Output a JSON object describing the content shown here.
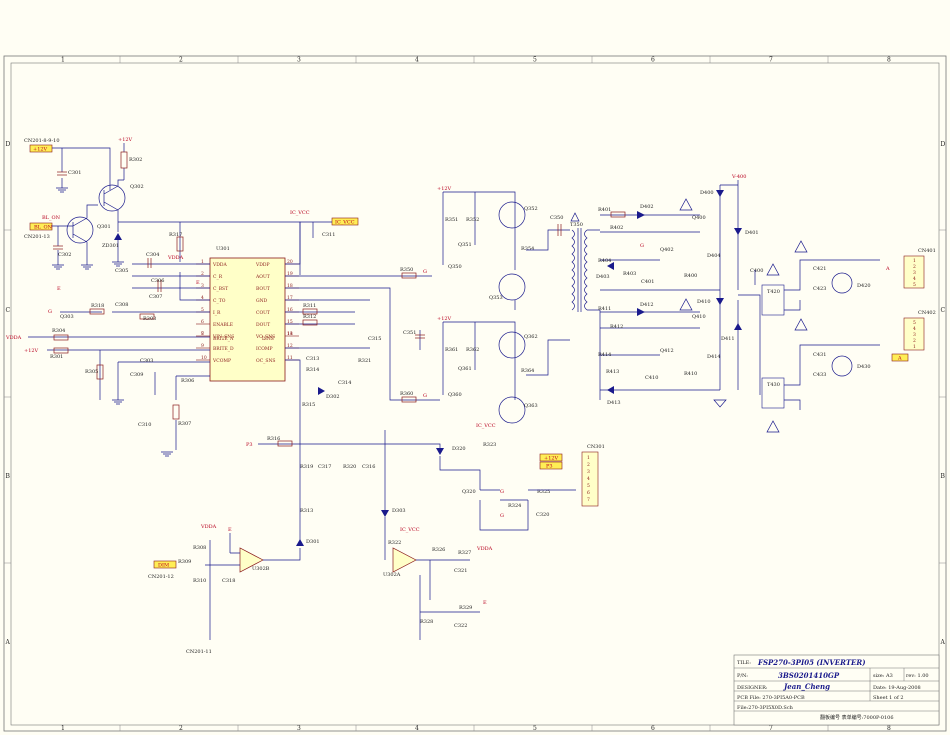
{
  "zones": {
    "columns": [
      "1",
      "2",
      "3",
      "4",
      "5",
      "6",
      "7",
      "8"
    ],
    "rows": [
      "D",
      "C",
      "B",
      "A"
    ]
  },
  "nets": {
    "p12v_left": "+12V",
    "p12v_q302": "+12V",
    "p12v_q351": "+12V",
    "p12v_q361": "+12V",
    "p12v_cn301": "+12V",
    "p12v_left_c": "+12V",
    "ic_vcc_top": "IC_VCC",
    "ic_vcc_top2": "IC_VCC",
    "ic_vcc_mid": "IC_VCC",
    "ic_vcc_u302": "IC_VCC",
    "vdda_1": "VDDA",
    "vdda_2": "VDDA",
    "vdda_3": "VDDA",
    "vdda_4": "VDDA",
    "v400": "V-400",
    "bl_on": "BL_ON",
    "dim": "DIM",
    "p3": "P3",
    "p3_cn301": "P3",
    "a_out1": "A",
    "a_out2": "A",
    "e_1": "E",
    "e_2": "E",
    "e_3": "E",
    "e_4": "E",
    "g1": "G",
    "g2": "G",
    "g3": "G",
    "g4": "G",
    "g5": "G",
    "g6": "G"
  },
  "connectors": {
    "cn201_8910": "CN201-8-9-10",
    "cn201_13": "CN201-13",
    "cn201_12": "CN201-12",
    "cn201_11": "CN201-11",
    "cn301": "CN301",
    "cn401": "CN401",
    "cn402": "CN402",
    "cn301_pins": [
      "1",
      "2",
      "3",
      "4",
      "5",
      "6",
      "7"
    ],
    "cn401_pins": [
      "1",
      "2",
      "3",
      "4",
      "5"
    ],
    "cn402_pins": [
      "5",
      "4",
      "3",
      "2",
      "1"
    ]
  },
  "ic": {
    "ref": "U301",
    "left_pins": [
      {
        "num": "1",
        "name": "VDDA"
      },
      {
        "num": "2",
        "name": "C_R"
      },
      {
        "num": "3",
        "name": "C_BST"
      },
      {
        "num": "4",
        "name": "C_TO"
      },
      {
        "num": "5",
        "name": "I_R"
      },
      {
        "num": "6",
        "name": "ENABLE"
      },
      {
        "num": "8",
        "name": "VIN_SNS"
      },
      {
        "num": "9",
        "name": "BRITE_D"
      },
      {
        "num": "10",
        "name": "VCOMP"
      }
    ],
    "right_pins": [
      {
        "num": "20",
        "name": "VDDP"
      },
      {
        "num": "19",
        "name": "AOUT"
      },
      {
        "num": "18",
        "name": "BOUT"
      },
      {
        "num": "17",
        "name": "GND"
      },
      {
        "num": "16",
        "name": "COUT"
      },
      {
        "num": "15",
        "name": "DOUT"
      },
      {
        "num": "13",
        "name": "VO_SNS"
      },
      {
        "num": "12",
        "name": "ICOMP"
      },
      {
        "num": "11",
        "name": "OC_SNS"
      }
    ],
    "extra_pins": [
      {
        "num": "7",
        "name": "BRITE_A"
      },
      {
        "num": "14",
        "name": "ISNS"
      }
    ]
  },
  "opamps": {
    "u302b": "U302B",
    "u302a": "U302A"
  },
  "refs": {
    "R302": "R302",
    "Q302": "Q302",
    "C301": "C301",
    "Q301": "Q301",
    "ZD301": "ZD301",
    "C302": "C302",
    "R317": "R317",
    "C304": "C304",
    "C305": "C305",
    "C306": "C306",
    "C307": "C307",
    "C308": "C308",
    "R303": "R303",
    "R318": "R318",
    "Q303": "Q303",
    "R304": "R304",
    "R301": "R301",
    "R305": "R305",
    "C309": "C309",
    "C303": "C303",
    "R306": "R306",
    "C310": "C310",
    "R307": "R307",
    "C311": "C311",
    "R350": "R350",
    "R351": "R351",
    "R352": "R352",
    "Q351": "Q351",
    "Q350": "Q350",
    "Q352": "Q352",
    "R354": "R354",
    "Q353": "Q353",
    "C350": "C350",
    "T350": "T350",
    "C351": "C351",
    "R311": "R311",
    "R312": "R312",
    "C315": "C315",
    "C313": "C313",
    "R314": "R314",
    "R321": "R321",
    "C314": "C314",
    "D302": "D302",
    "R315": "R315",
    "R360": "R360",
    "R361": "R361",
    "R362": "R362",
    "Q361": "Q361",
    "Q360": "Q360",
    "Q362": "Q362",
    "R364": "R364",
    "Q363": "Q363",
    "R316": "R316",
    "R319": "R319",
    "C317": "C317",
    "R320": "R320",
    "C316": "C316",
    "D320": "D320",
    "R323": "R323",
    "Q320": "Q320",
    "R325": "R325",
    "R324": "R324",
    "C320": "C320",
    "D303": "D303",
    "R313": "R313",
    "D301": "D301",
    "R308": "R308",
    "R309": "R309",
    "R310": "R310",
    "C318": "C318",
    "R322": "R322",
    "R326": "R326",
    "C321": "C321",
    "R327": "R327",
    "R328": "R328",
    "C322": "C322",
    "R329": "R329",
    "R401": "R401",
    "D402": "D402",
    "R402": "R402",
    "Q402": "Q402",
    "R404": "R404",
    "D403": "D403",
    "R403": "R403",
    "C401": "C401",
    "R411": "R411",
    "D412": "D412",
    "R412": "R412",
    "Q412": "Q412",
    "R414": "R414",
    "R413": "R413",
    "C410": "C410",
    "D413": "D413",
    "D400": "D400",
    "Q400": "Q400",
    "D404": "D404",
    "R400": "R400",
    "D410": "D410",
    "Q410": "Q410",
    "D414": "D414",
    "R410": "R410",
    "D401": "D401",
    "D411": "D411",
    "C400": "C400",
    "T420": "T420",
    "T430": "T430",
    "C421": "C421",
    "C423": "C423",
    "D420": "D420",
    "C431": "C431",
    "C433": "C433",
    "D430": "D430"
  },
  "title_block": {
    "title_label": "TILE:",
    "title": "FSP270-3PI05 (INVERTER)",
    "pn_label": "P/N:",
    "pn": "3BS0201410GP",
    "size": "size: A3",
    "rev": "rev: 1.00",
    "designer_label": "DESIGNER:",
    "designer": "Jean_Cheng",
    "date": "Date:  19-Aug-2008",
    "pcb_file": "PCB File:  270-3PI5A0-PCB",
    "sheet": "Sheet  1   of  2",
    "file": "File:270-3PI5X0D.Sch",
    "doc_no": "翻板编号 表单编号:7000P-0106"
  }
}
